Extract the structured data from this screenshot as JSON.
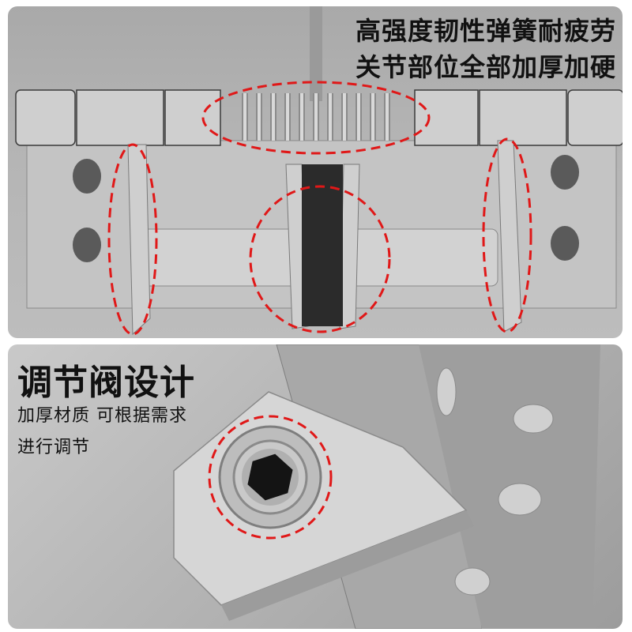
{
  "top_panel": {
    "headline_line1": "高强度韧性弹簧耐疲劳",
    "headline_line2": "关节部位全部加厚加硬",
    "image_subject": "spring-hinge-assembly",
    "highlight_color": "#e01818"
  },
  "bottom_panel": {
    "title": "调节阀设计",
    "subtitle_line1": "加厚材质 可根据需求",
    "subtitle_line2": "进行调节",
    "image_subject": "hex-adjustment-valve-closeup",
    "highlight_color": "#e01818"
  }
}
